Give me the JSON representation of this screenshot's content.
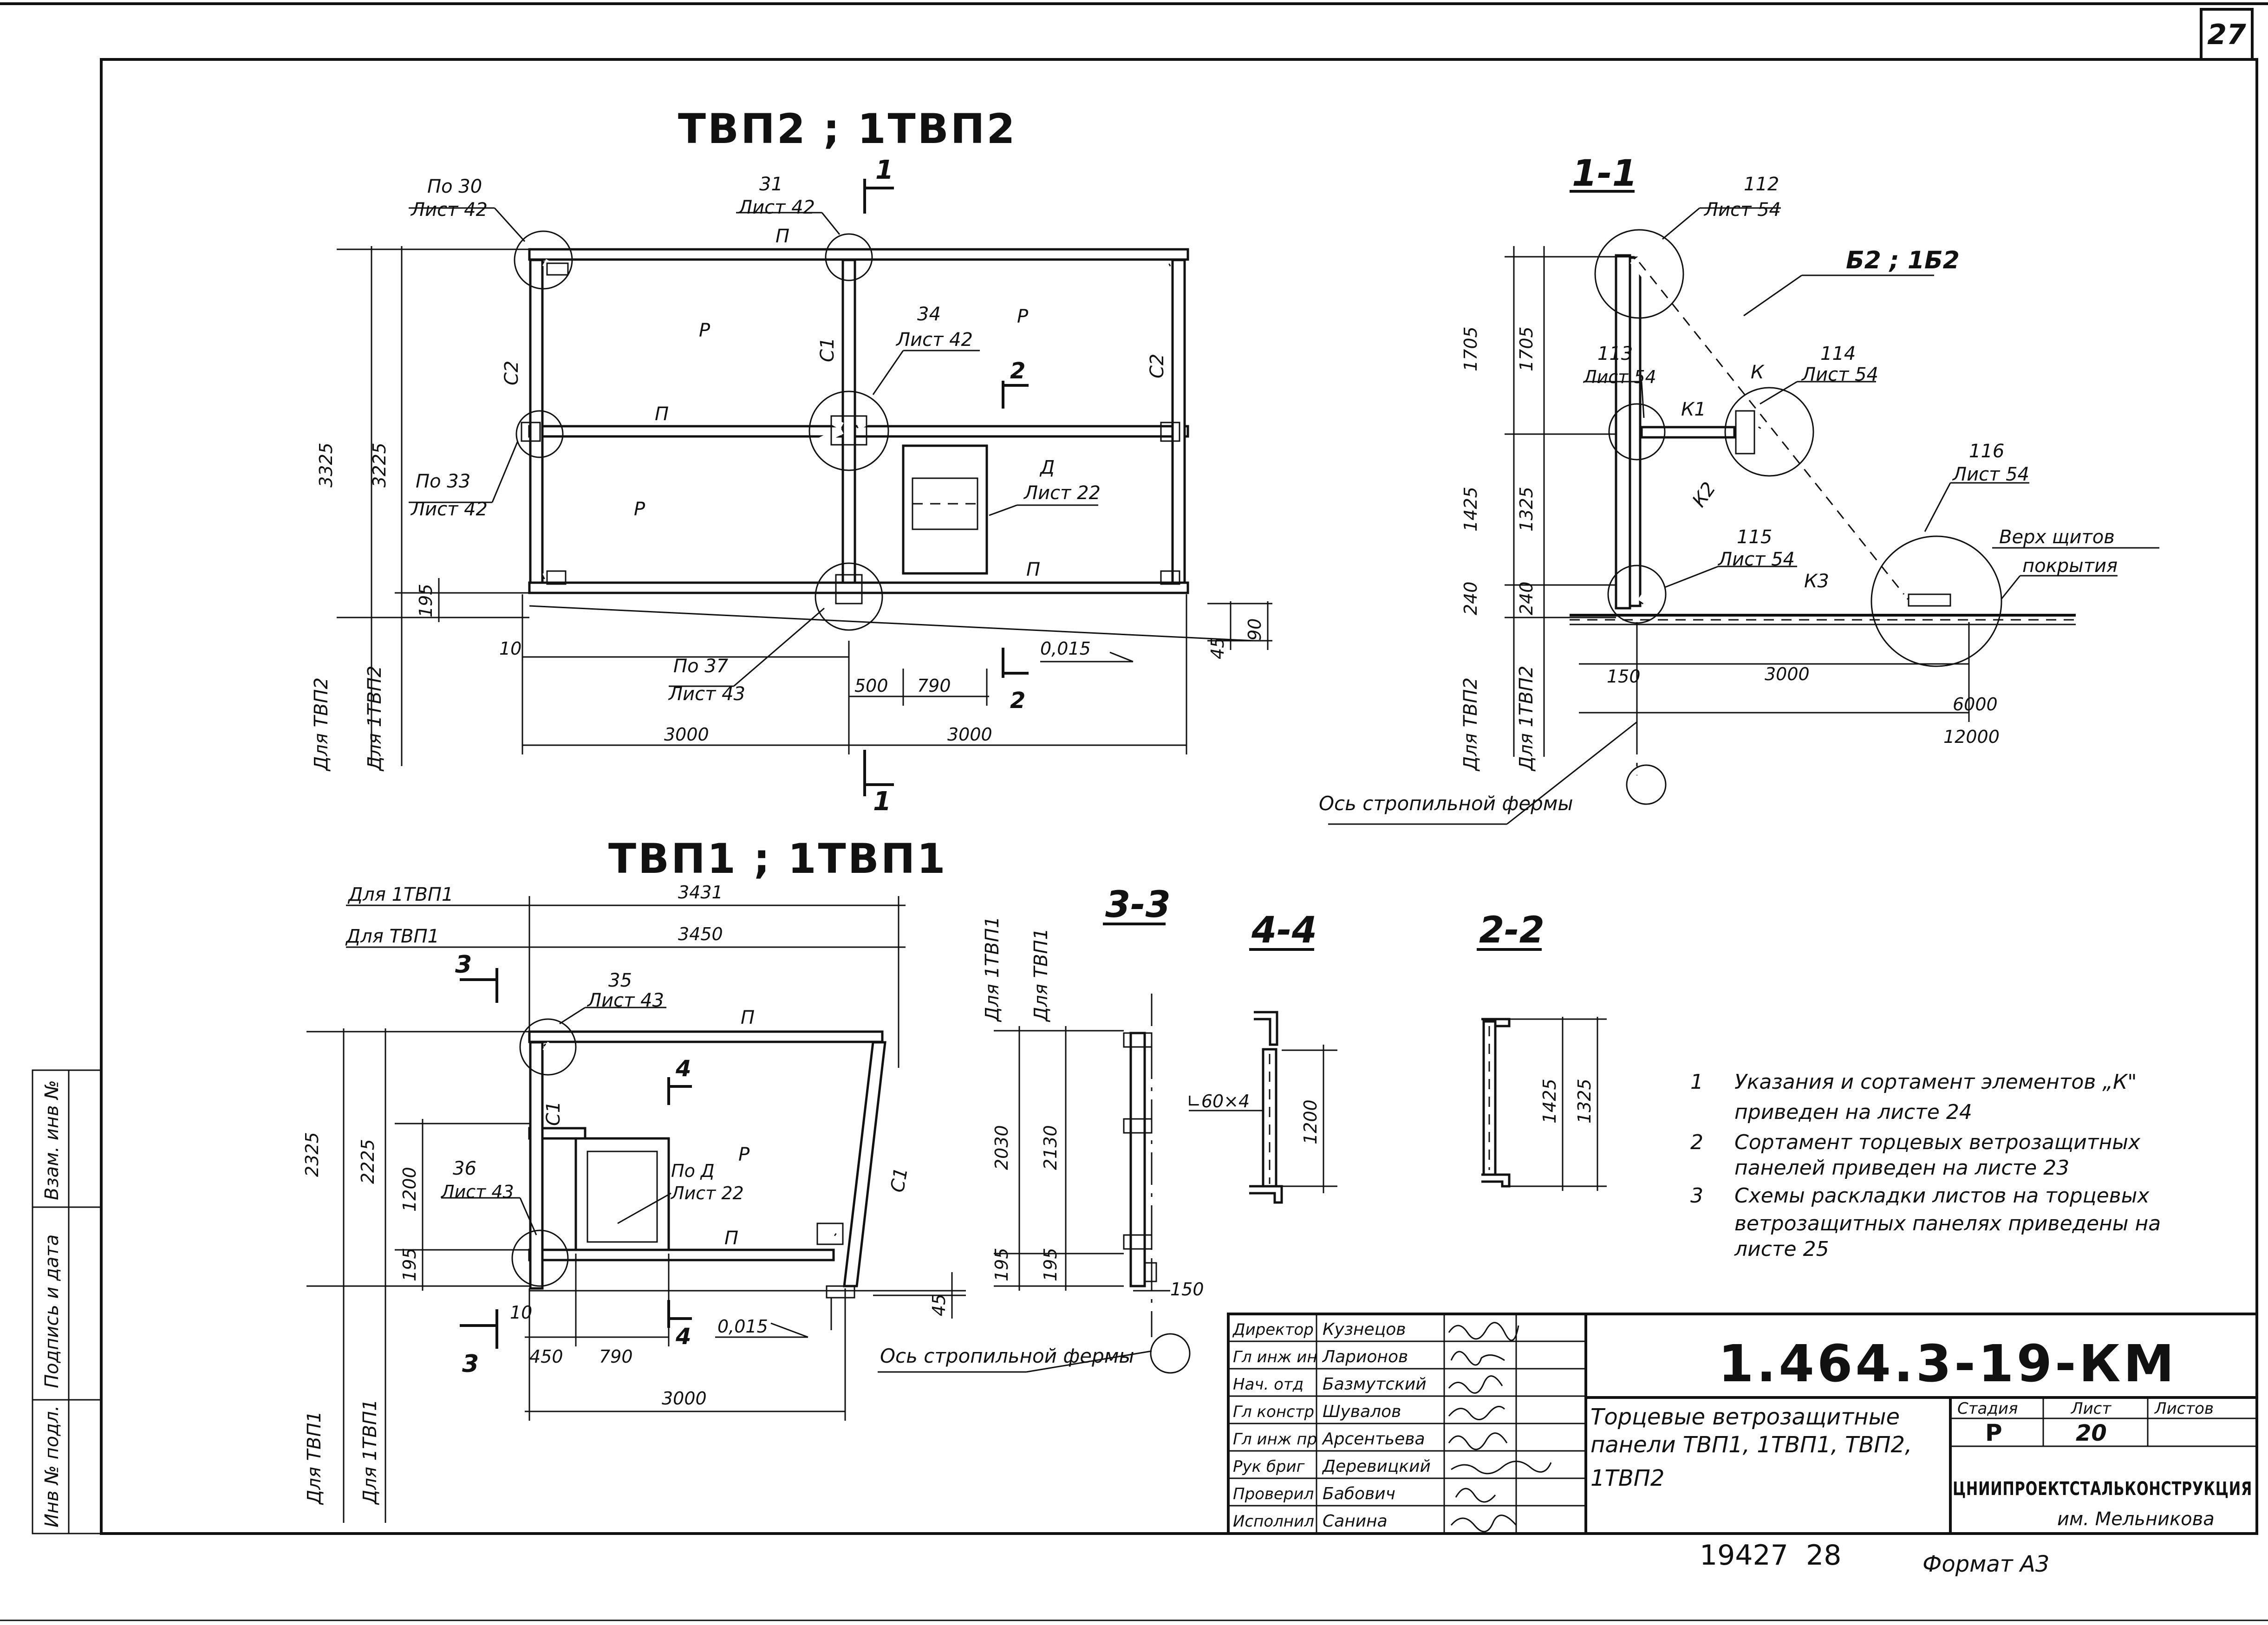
{
  "sheet": {
    "corner_number": "27",
    "format": "Формат А3",
    "bottom_numbers": "19427  28"
  },
  "views": {
    "tvp2_title": "ТВП2 ; 1ТВП2",
    "tvp1_title": "ТВП1 ; 1ТВП1",
    "s11": "1-1",
    "s22": "2-2",
    "s33": "3-3",
    "s44": "4-4"
  },
  "tvp2": {
    "refs": {
      "no30": "По 30",
      "l42a": "Лист 42",
      "n31": "31",
      "l42b": "Лист 42",
      "n34": "34",
      "l42c": "Лист 42",
      "no33": "По 33",
      "l42d": "Лист 42",
      "no37": "По 37",
      "l43": "Лист 43",
      "d": "Д",
      "l22": "Лист 22"
    },
    "members": {
      "p": "П",
      "r": "Р",
      "c1": "С1",
      "c2": "С2"
    },
    "dims": {
      "h3325": "3325",
      "h3225": "3225",
      "h195": "195",
      "d10": "10",
      "d500": "500",
      "d790": "790",
      "d3000a": "3000",
      "d3000b": "3000",
      "d45": "45",
      "d90": "90",
      "slope": "0,015",
      "for_tvp2": "Для ТВП2",
      "for_1tvp2": "Для 1ТВП2"
    },
    "cut_marks": {
      "c1": "1",
      "c2": "2"
    }
  },
  "s11": {
    "refs": {
      "n112": "112",
      "l54a": "Лист 54",
      "b2": "Б2 ; 1Б2",
      "n113": "113",
      "l54b": "Лист 54",
      "n114": "114",
      "l54c": "Лист 54",
      "n115": "115",
      "l54d": "Лист 54",
      "n116": "116",
      "l54e": "Лист 54",
      "top": "Верх щитов",
      "roof": "покрытия"
    },
    "members": {
      "k": "К",
      "k1": "К1",
      "k2": "К2",
      "k3": "К3"
    },
    "dims": {
      "d1705a": "1705",
      "d1705b": "1705",
      "d1425": "1425",
      "d1325": "1325",
      "d240a": "240",
      "d240b": "240",
      "d150": "150",
      "d3000": "3000",
      "d6000": "6000",
      "d12000": "12000",
      "for_tvp2": "Для ТВП2",
      "for_1tvp2": "Для 1ТВП2"
    },
    "axis": "Ось стропильной фермы"
  },
  "tvp1": {
    "refs": {
      "n35": "35",
      "l43a": "Лист 43",
      "n36": "36",
      "l43b": "Лист 43",
      "pod": "По Д",
      "l22": "Лист 22"
    },
    "members": {
      "p": "П",
      "r": "Р",
      "c1a": "С1",
      "c1b": "С1"
    },
    "dims": {
      "for_1tvp1": "Для 1ТВП1",
      "for_tvp1": "Для ТВП1",
      "d3431": "3431",
      "d3450": "3450",
      "h2325": "2325",
      "h2225": "2225",
      "h1200": "1200",
      "h195": "195",
      "d10": "10",
      "d450": "450",
      "d790": "790",
      "d3000": "3000",
      "d45": "45",
      "slope": "0,015",
      "vf_tvp1": "Для ТВП1",
      "vf_1tvp1": "Для 1ТВП1"
    },
    "cut_marks": {
      "c3": "3",
      "c4": "4"
    },
    "axis": "Ось стропильной фермы"
  },
  "s33": {
    "dims": {
      "h2030": "2030",
      "h2130": "2130",
      "h195a": "195",
      "h195b": "195",
      "d150": "150",
      "for_1tvp1": "Для 1ТВП1",
      "for_tvp1": "Для ТВП1"
    }
  },
  "s44": {
    "angle": "∟60×4",
    "h1200": "1200"
  },
  "s22": {
    "h1425": "1425",
    "h1325": "1325"
  },
  "notes": [
    {
      "n": "1",
      "lines": [
        "Указания и сортамент элементов „К\"",
        "приведен на листе 24"
      ]
    },
    {
      "n": "2",
      "lines": [
        "Сортамент торцевых ветрозащитных",
        "панелей  приведен на листе 23"
      ]
    },
    {
      "n": "3",
      "lines": [
        "Схемы раскладки листов на торцевых",
        "ветрозащитных панелях приведены на",
        "листе 25"
      ]
    }
  ],
  "title_block": {
    "roles": [
      "Директор",
      "Гл инж ин",
      "Нач. отд",
      "Гл констр",
      "Гл инж пр",
      "Рук бриг",
      "Проверил",
      "Исполнил"
    ],
    "names": [
      "Кузнецов",
      "Ларионов",
      "Базмутский",
      "Шувалов",
      "Арсентьева",
      "Деревицкий",
      "Бабович",
      "Санина"
    ],
    "code": "1.464.3-19-КМ",
    "title_lines": [
      "Торцевые ветрозащитные",
      "панели ТВП1, 1ТВП1, ТВП2,",
      "1ТВП2"
    ],
    "stage_h": "Стадия",
    "sheet_h": "Лист",
    "sheets_h": "Листов",
    "stage": "Р",
    "sheet": "20",
    "sheets": "",
    "org1": "ЦНИИПРОЕКТСТАЛЬКОНСТРУКЦИЯ",
    "org2": "им. Мельникова"
  },
  "side_stamp": [
    "Инв № подл.",
    "Подпись и дата",
    "Взам. инв №"
  ]
}
